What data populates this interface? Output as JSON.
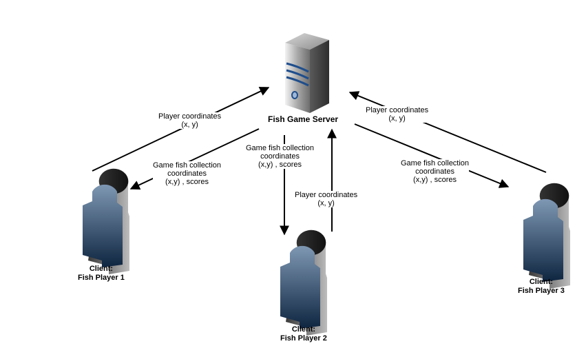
{
  "server": {
    "label": "Fish Game Server",
    "icon": "server-tower-icon",
    "accent": "#1f4e8c"
  },
  "clients": [
    {
      "line1": "Client:",
      "line2": "Fish  Player 1",
      "icon": "user-silhouette-icon"
    },
    {
      "line1": "Client:",
      "line2": "Fish  Player 2",
      "icon": "user-silhouette-icon"
    },
    {
      "line1": "Client:",
      "line2": "Fish  Player 3",
      "icon": "user-silhouette-icon"
    }
  ],
  "connections": [
    {
      "from": "Fish Player 1",
      "to": "Fish Game Server",
      "label": [
        "Player  coordinates",
        "(x, y)"
      ]
    },
    {
      "from": "Fish Game Server",
      "to": "Fish Player 1",
      "label": [
        "Game fish collection",
        "coordinates",
        "(x,y) , scores"
      ]
    },
    {
      "from": "Fish Game Server",
      "to": "Fish Player 2",
      "label": [
        "Game fish collection",
        "coordinates",
        "(x,y) , scores"
      ]
    },
    {
      "from": "Fish Player 2",
      "to": "Fish Game Server",
      "label": [
        "Player  coordinates",
        "(x, y)"
      ]
    },
    {
      "from": "Fish Player 3",
      "to": "Fish Game Server",
      "label": [
        "Player  coordinates",
        "(x, y)"
      ]
    },
    {
      "from": "Fish Game Server",
      "to": "Fish Player 3",
      "label": [
        "Game fish collection",
        "coordinates",
        "(x,y) , scores"
      ]
    }
  ],
  "colors": {
    "person_top": "#7e97b3",
    "person_bottom": "#0e2540",
    "server_body": "#8a8a8a",
    "line": "#000000"
  }
}
